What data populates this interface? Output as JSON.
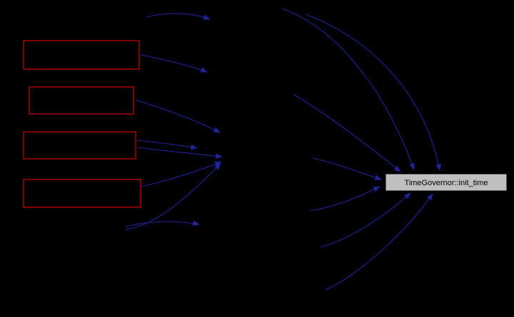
{
  "diagram": {
    "type": "call-graph",
    "background_color": "#000000",
    "edge_color": "#222299",
    "caller_node_border_color": "#ff0000",
    "target_node": {
      "label": "TimeGovernor::init_time",
      "fill": "#bfbfbf",
      "text_color": "#000000"
    },
    "caller_nodes": [
      {
        "id": "caller-1",
        "label": ""
      },
      {
        "id": "caller-2",
        "label": ""
      },
      {
        "id": "caller-3",
        "label": ""
      },
      {
        "id": "caller-4",
        "label": ""
      }
    ]
  }
}
